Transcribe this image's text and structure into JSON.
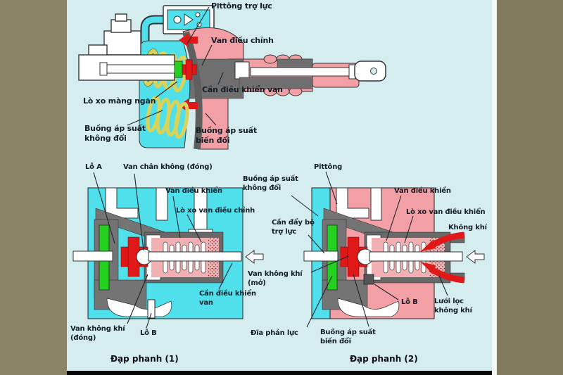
{
  "colors": {
    "background": "#d6edf0",
    "side_panel_left": "#8a8466",
    "side_panel_right": "#827c5f",
    "bottom_bar": "#070707",
    "vacuum_cyan": "#4fe0ec",
    "pressure_pink": "#f2a0a5",
    "chamber_pink": "#f3b0b3",
    "housing_gray": "#767676",
    "valve_red": "#e01818",
    "reaction_disc_green": "#23d11e",
    "spring_yellow": "#d9d35a",
    "label_text": "#141e28"
  },
  "top": {
    "labels": {
      "pittong_tro_luc": "Pittông trợ lực",
      "van_dieu_chinh": "Van điều chỉnh",
      "can_dieu_khien_van": "Cần điều khiển van",
      "lo_xo_mang_ngan": "Lò xo màng ngăn",
      "buong_ap_suat_khong_doi": "Buồng áp suất không đổi",
      "buong_ap_suat_bien_doi": "Buồng áp suất biến đổi"
    }
  },
  "left": {
    "caption": "Đạp phanh (1)",
    "labels": {
      "lo_a": "Lỗ A",
      "van_chan_khong_dong": "Van chân không (đóng)",
      "van_dieu_khien": "Van điều khiển",
      "lo_xo_van_dieu_chinh": "Lò xo van điều chỉnh",
      "can_dieu_khien_van": "Cần điều khiển van",
      "van_khong_khi_dong": "Van không khí (đóng)",
      "lo_b": "Lỗ B"
    }
  },
  "right": {
    "caption": "Đạp phanh (2)",
    "labels": {
      "buong_ap_suat_khong_doi": "Buồng áp suất không đổi",
      "can_day_bo_tro_luc": "Cần đẩy bộ trợ lực",
      "van_khong_khi_mo": "Van không khí (mở)",
      "pittong": "Pittông",
      "van_dieu_khien": "Van điều khiển",
      "lo_xo_van_dieu_khien": "Lò xo van điều khiển",
      "khong_khi": "Không khí",
      "lo_b": "Lỗ B",
      "luoi_loc_khong_khi": "Lưới lọc không khí",
      "dia_phan_luc": "Đĩa phản lực",
      "buong_ap_suat_bien_doi": "Buồng áp suất biến đổi"
    }
  }
}
